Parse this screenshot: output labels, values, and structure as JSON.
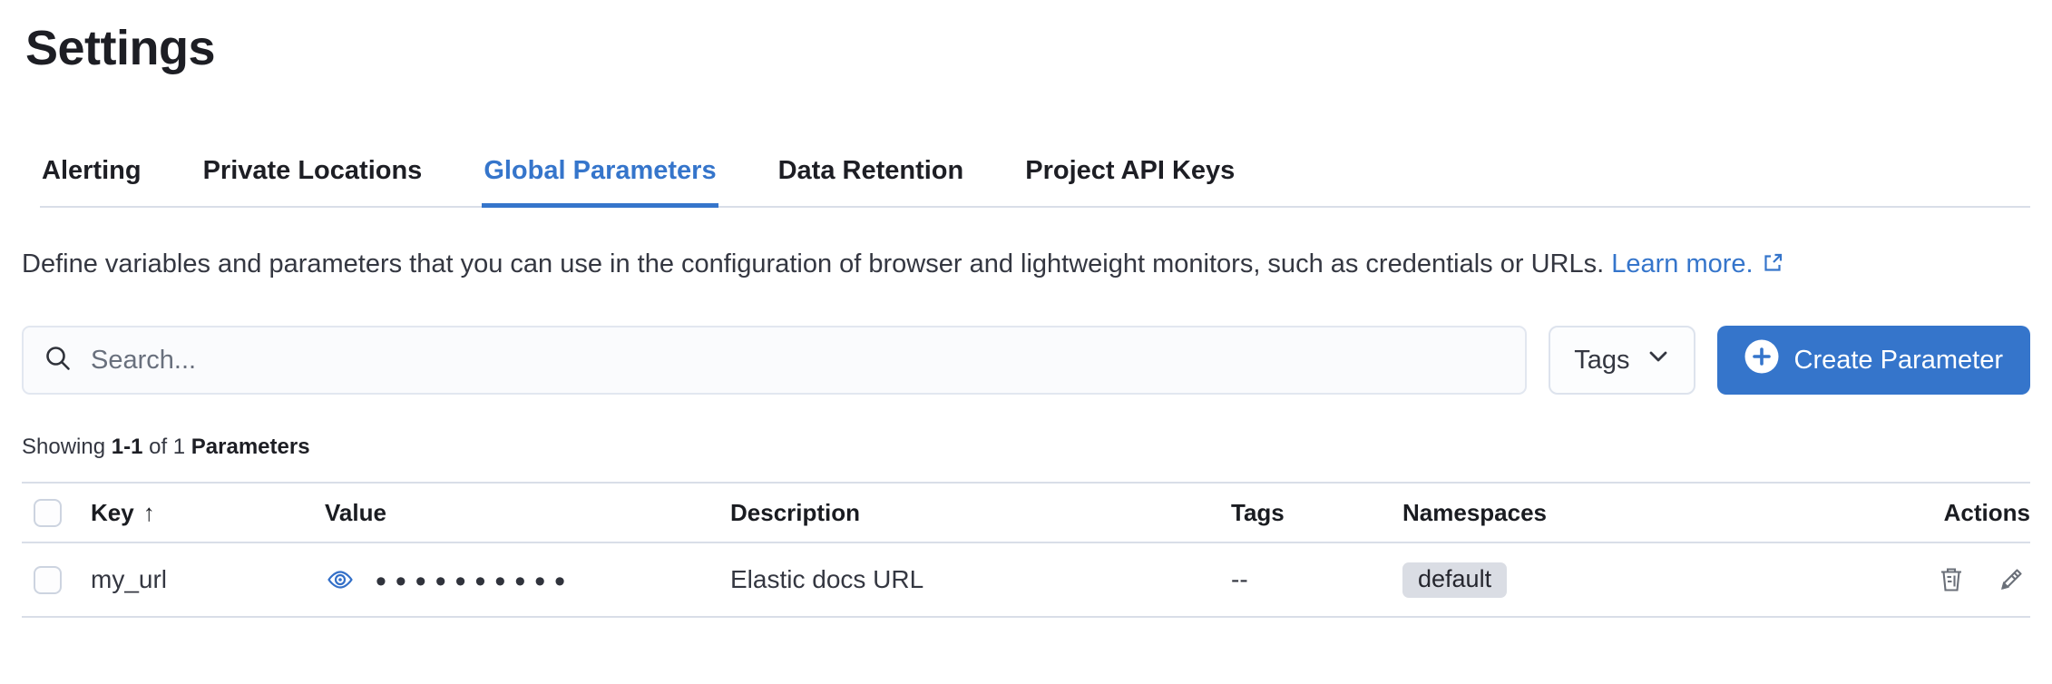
{
  "page": {
    "title": "Settings"
  },
  "tabs": [
    {
      "label": "Alerting",
      "active": false
    },
    {
      "label": "Private Locations",
      "active": false
    },
    {
      "label": "Global Parameters",
      "active": true
    },
    {
      "label": "Data Retention",
      "active": false
    },
    {
      "label": "Project API Keys",
      "active": false
    }
  ],
  "description": {
    "text": "Define variables and parameters that you can use in the configuration of browser and lightweight monitors, such as credentials or URLs.",
    "link_label": "Learn more."
  },
  "toolbar": {
    "search_placeholder": "Search...",
    "tags_label": "Tags",
    "create_label": "Create Parameter"
  },
  "summary": {
    "prefix": "Showing",
    "count_range": "1-1",
    "connector": "of 1",
    "entity": "Parameters"
  },
  "table": {
    "columns": [
      {
        "label": "Key",
        "sorted": "ascending"
      },
      {
        "label": "Value"
      },
      {
        "label": "Description"
      },
      {
        "label": "Tags"
      },
      {
        "label": "Namespaces"
      },
      {
        "label": "Actions"
      }
    ],
    "sort_indicator": "↑",
    "rows": [
      {
        "key": "my_url",
        "masked_value": "••••••••••",
        "description": "Elastic docs URL",
        "tags_placeholder": "--",
        "namespace_badge": "default"
      }
    ]
  },
  "colors": {
    "primary_blue": "#3575cb",
    "text_dark": "#1d1e24",
    "text_body": "#343741",
    "text_subdued": "#69707d",
    "border": "#d9dee8",
    "badge_bg": "#dadde4"
  }
}
